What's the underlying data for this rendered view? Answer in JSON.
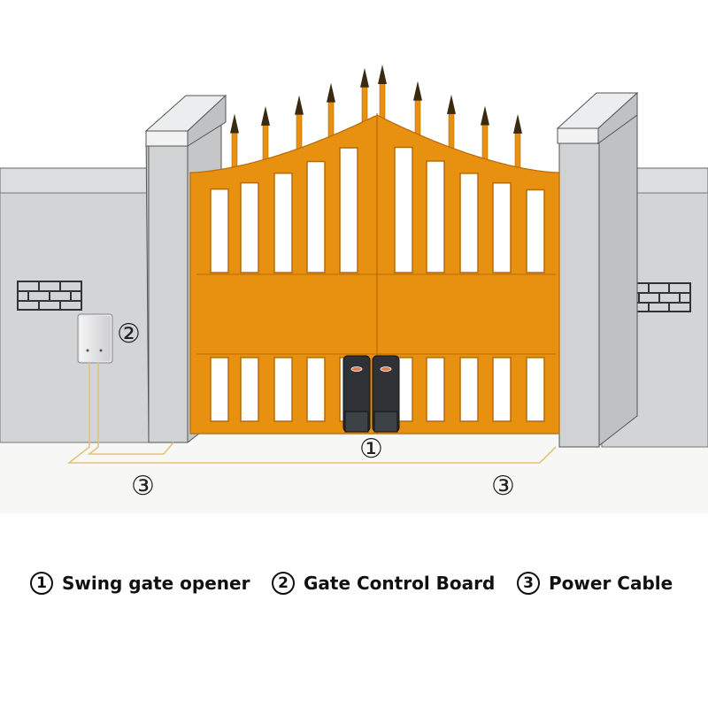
{
  "colors": {
    "gate": "#E8900F",
    "gate_dark": "#B86A06",
    "wall": "#D4D6D8",
    "pillar": "#C9CBCD",
    "cable": "#E3C27A",
    "opener": "#2E3236"
  },
  "callouts": {
    "opener": "①",
    "control_board": "②",
    "cable_left": "③",
    "cable_right": "③"
  },
  "legend": [
    {
      "number": "1",
      "label": "Swing gate opener"
    },
    {
      "number": "2",
      "label": "Gate Control Board"
    },
    {
      "number": "3",
      "label": "Power Cable"
    }
  ]
}
